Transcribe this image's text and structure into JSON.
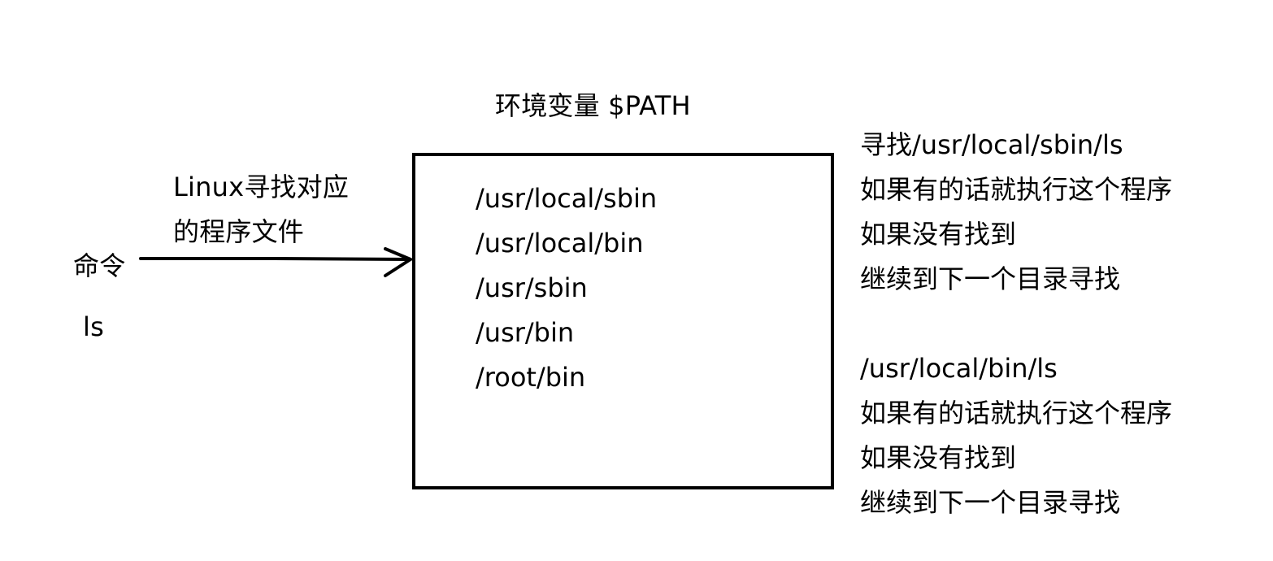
{
  "header": {
    "title": "环境变量 $PATH"
  },
  "left": {
    "command_label": "命令",
    "command_value": "ls",
    "arrow_caption_line1": "Linux寻找对应",
    "arrow_caption_line2": "的程序文件"
  },
  "path_box": {
    "entries": [
      "/usr/local/sbin",
      "/usr/local/bin",
      "/usr/sbin",
      "/usr/bin",
      "/root/bin"
    ]
  },
  "steps": [
    {
      "lines": [
        "寻找/usr/local/sbin/ls",
        "如果有的话就执行这个程序",
        "如果没有找到",
        "继续到下一个目录寻找"
      ]
    },
    {
      "lines": [
        "/usr/local/bin/ls",
        "如果有的话就执行这个程序",
        "如果没有找到",
        "继续到下一个目录寻找"
      ]
    }
  ],
  "colors": {
    "ink": "#000000",
    "background": "#ffffff"
  }
}
